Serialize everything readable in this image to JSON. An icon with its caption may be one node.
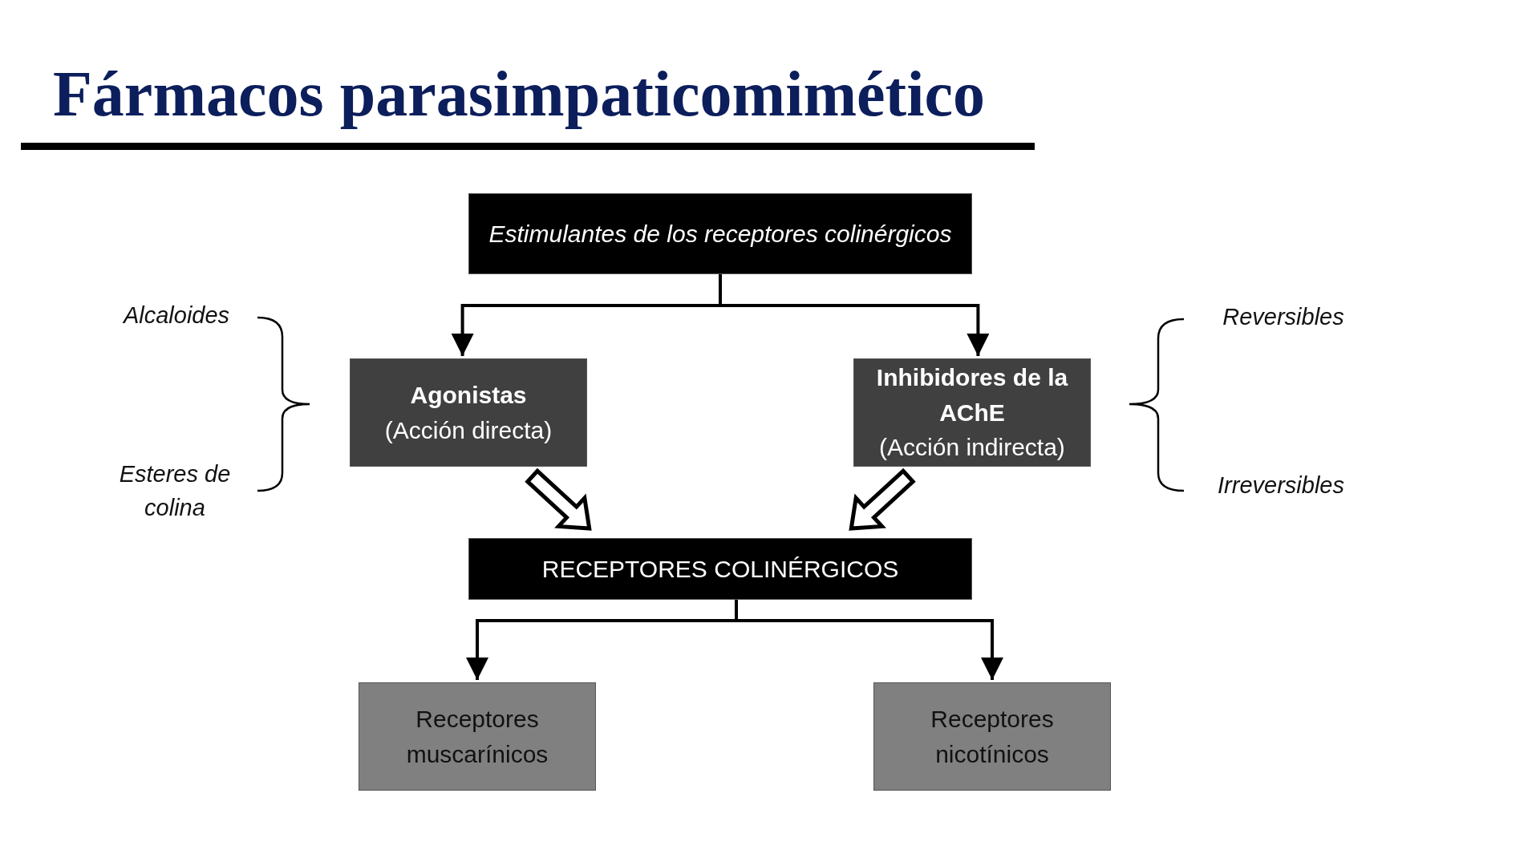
{
  "diagram": {
    "title": "Fármacos parasimpaticomimético",
    "nodes": [
      {
        "text": [
          "Estimulantes de los receptores colinérgicos"
        ]
      },
      {
        "text": [
          "Agonistas",
          "(Acción directa)"
        ]
      },
      {
        "text": [
          "Inhibidores de la AChE",
          "(Acción indirecta)"
        ]
      },
      {
        "text": [
          "RECEPTORES COLINÉRGICOS"
        ]
      },
      {
        "text": [
          "Receptores muscarínicos"
        ]
      },
      {
        "text": [
          "Receptores nicotínicos"
        ]
      }
    ],
    "edges": [
      {
        "from": 0,
        "to": 1,
        "arrow": "to"
      },
      {
        "from": 0,
        "to": 2,
        "arrow": "to"
      },
      {
        "from": 1,
        "to": 3,
        "arrow": "to",
        "style": "thick"
      },
      {
        "from": 2,
        "to": 3,
        "arrow": "to",
        "style": "thick"
      },
      {
        "from": 3,
        "to": 4,
        "arrow": "to"
      },
      {
        "from": 3,
        "to": 5,
        "arrow": "to"
      }
    ],
    "labels": [
      "Alcaloides",
      "Esteres de colina",
      "Reversibles",
      "Irreversibles"
    ]
  }
}
